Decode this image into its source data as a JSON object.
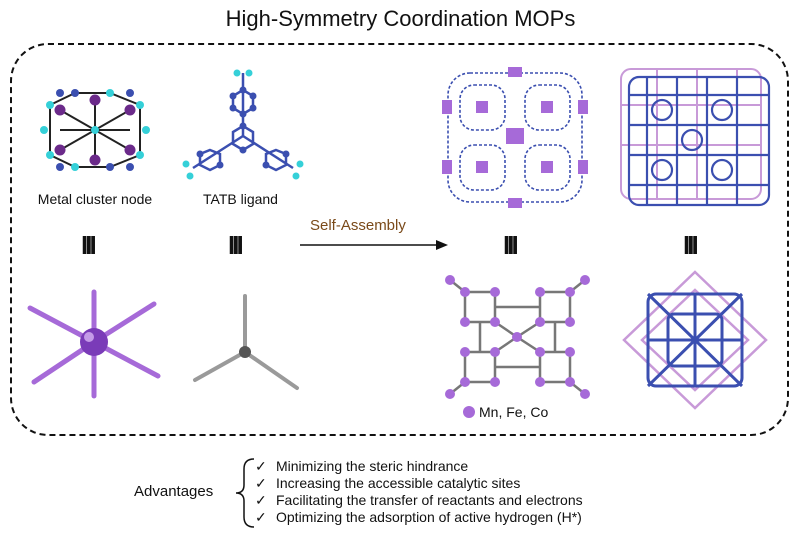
{
  "title": "High-Symmetry Coordination MOPs",
  "labels": {
    "metal_cluster": "Metal cluster node",
    "tatb": "TATB ligand",
    "self_assembly": "Self-Assembly",
    "metals": "Mn, Fe, Co",
    "equiv_symbol": "III"
  },
  "advantages": {
    "label": "Advantages",
    "check": "✓",
    "items": [
      "Minimizing the steric hindrance",
      "Increasing the accessible catalytic sites",
      "Facilitating the transfer of reactants and electrons",
      "Optimizing the adsorption of active hydrogen (H*)"
    ]
  },
  "colors": {
    "purple": "#a66ad8",
    "dark_purple": "#6b2a8a",
    "blue": "#3b4fb0",
    "cyan": "#35d0d8",
    "pink": "#c89ad8",
    "gray": "#9a9a9a",
    "brown": "#7a4a1a"
  }
}
